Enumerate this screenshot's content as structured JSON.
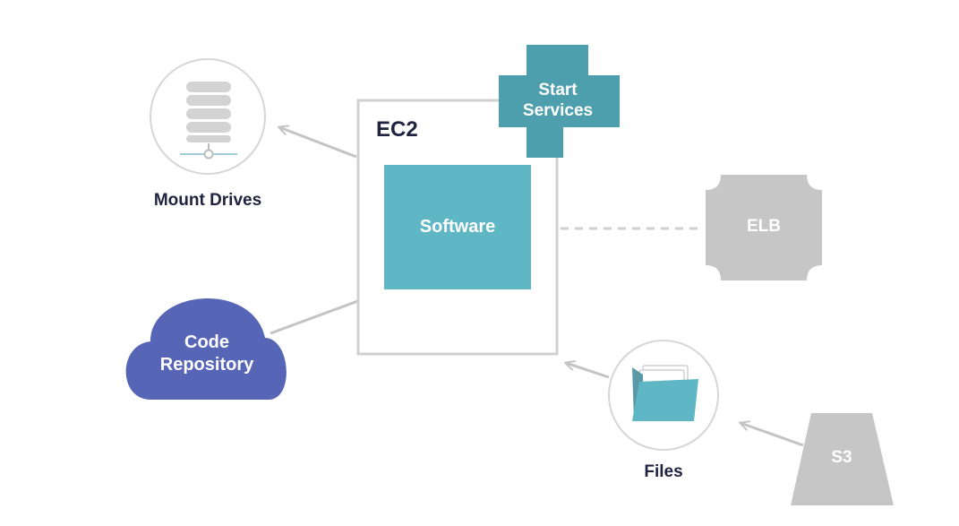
{
  "colors": {
    "teal_dark": "#4e9fad",
    "teal_light": "#5fb6c4",
    "cloud_blue": "#5665b6",
    "gray_shape": "#c6c6c6",
    "outline_gray": "#d0d0d0",
    "arrow_gray": "#c4c4c4",
    "dark_text": "#1f2340",
    "white_text": "#ffffff"
  },
  "nodes": {
    "ec2": {
      "label": "EC2"
    },
    "software": {
      "label": "Software"
    },
    "start_services": {
      "label_line1": "Start",
      "label_line2": "Services",
      "icon": "plus-shape"
    },
    "mount_drives": {
      "label": "Mount Drives",
      "icon": "database-icon"
    },
    "code_repository": {
      "label_line1": "Code",
      "label_line2": "Repository",
      "icon": "cloud-shape"
    },
    "elb": {
      "label": "ELB",
      "icon": "octagon-shape"
    },
    "files": {
      "label": "Files",
      "icon": "folder-icon"
    },
    "s3": {
      "label": "S3",
      "icon": "bucket-shape"
    }
  }
}
